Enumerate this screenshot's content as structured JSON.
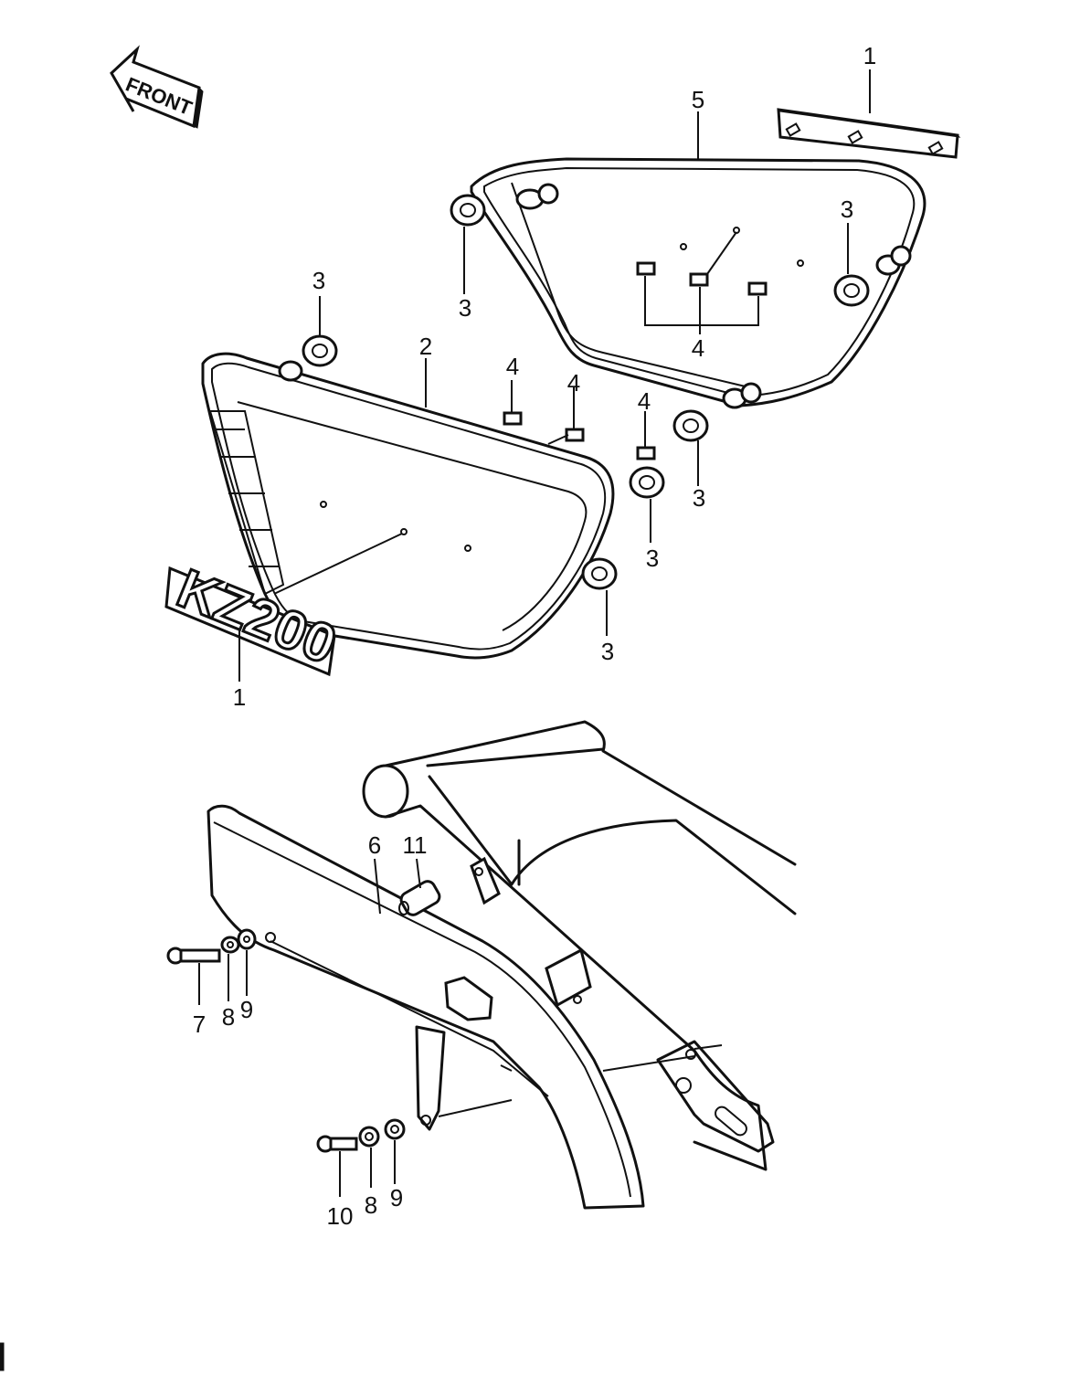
{
  "front_label": "FRONT",
  "badge_text": "KZ200",
  "callouts": [
    {
      "id": "c1a",
      "label": "1"
    },
    {
      "id": "c5",
      "label": "5"
    },
    {
      "id": "c3a",
      "label": "3"
    },
    {
      "id": "c3b",
      "label": "3"
    },
    {
      "id": "c3c",
      "label": "3"
    },
    {
      "id": "c2",
      "label": "2"
    },
    {
      "id": "c4a",
      "label": "4"
    },
    {
      "id": "c4b",
      "label": "4"
    },
    {
      "id": "c4c",
      "label": "4"
    },
    {
      "id": "c4d",
      "label": "4"
    },
    {
      "id": "c3d",
      "label": "3"
    },
    {
      "id": "c3e",
      "label": "3"
    },
    {
      "id": "c3f",
      "label": "3"
    },
    {
      "id": "c1b",
      "label": "1"
    },
    {
      "id": "c6",
      "label": "6"
    },
    {
      "id": "c11",
      "label": "11"
    },
    {
      "id": "c7",
      "label": "7"
    },
    {
      "id": "c8a",
      "label": "8"
    },
    {
      "id": "c9a",
      "label": "9"
    },
    {
      "id": "c10",
      "label": "10"
    },
    {
      "id": "c8b",
      "label": "8"
    },
    {
      "id": "c9b",
      "label": "9"
    }
  ]
}
